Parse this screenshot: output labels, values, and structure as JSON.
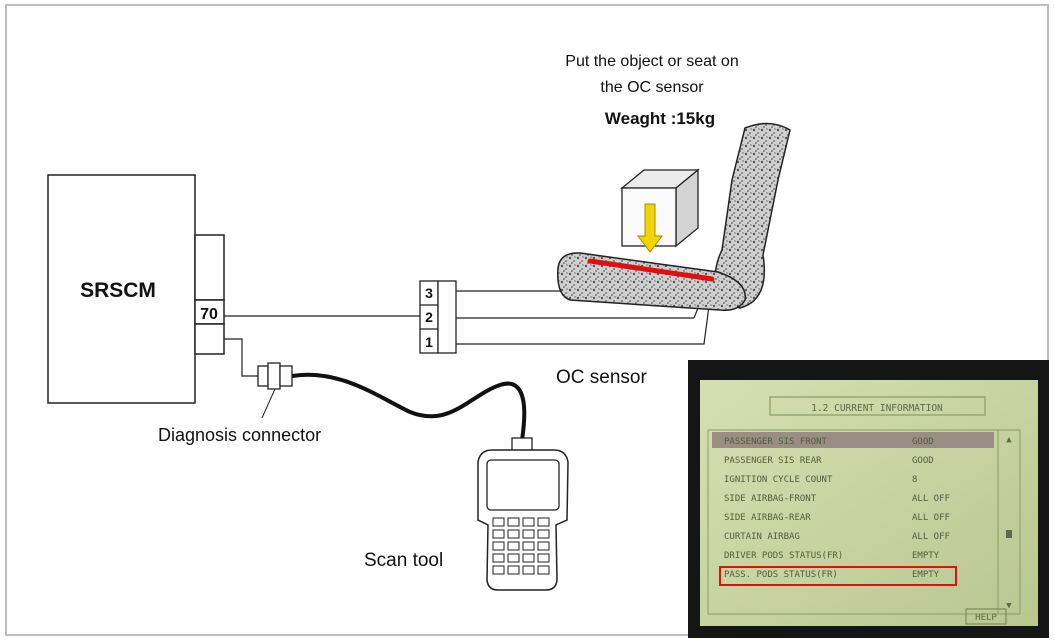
{
  "instruction": {
    "line1": "Put the object or seat on",
    "line2": "the OC sensor",
    "weight": "Weaght :15kg"
  },
  "module": {
    "name": "SRSCM",
    "pin": "70"
  },
  "connector_pins": [
    "3",
    "2",
    "1"
  ],
  "labels": {
    "oc_sensor": "OC sensor",
    "diagnosis_connector": "Diagnosis connector",
    "scan_tool": "Scan tool"
  },
  "screen": {
    "title": "1.2 CURRENT INFORMATION",
    "rows": [
      {
        "param": "PASSENGER SIS FRONT",
        "value": "GOOD"
      },
      {
        "param": "PASSENGER SIS REAR",
        "value": "GOOD"
      },
      {
        "param": "IGNITION CYCLE COUNT",
        "value": "8"
      },
      {
        "param": "SIDE AIRBAG-FRONT",
        "value": "ALL OFF"
      },
      {
        "param": "SIDE AIRBAG-REAR",
        "value": "ALL OFF"
      },
      {
        "param": "CURTAIN AIRBAG",
        "value": "ALL OFF"
      },
      {
        "param": "DRIVER PODS STATUS(FR)",
        "value": "EMPTY"
      },
      {
        "param": "PASS.   PODS STATUS(FR)",
        "value": "EMPTY"
      }
    ],
    "help": "HELP"
  },
  "colors": {
    "sensor_strip": "#e01010",
    "arrow": "#f2d500",
    "screen_bg": "#c9d6a2",
    "highlight": "#e01010"
  }
}
